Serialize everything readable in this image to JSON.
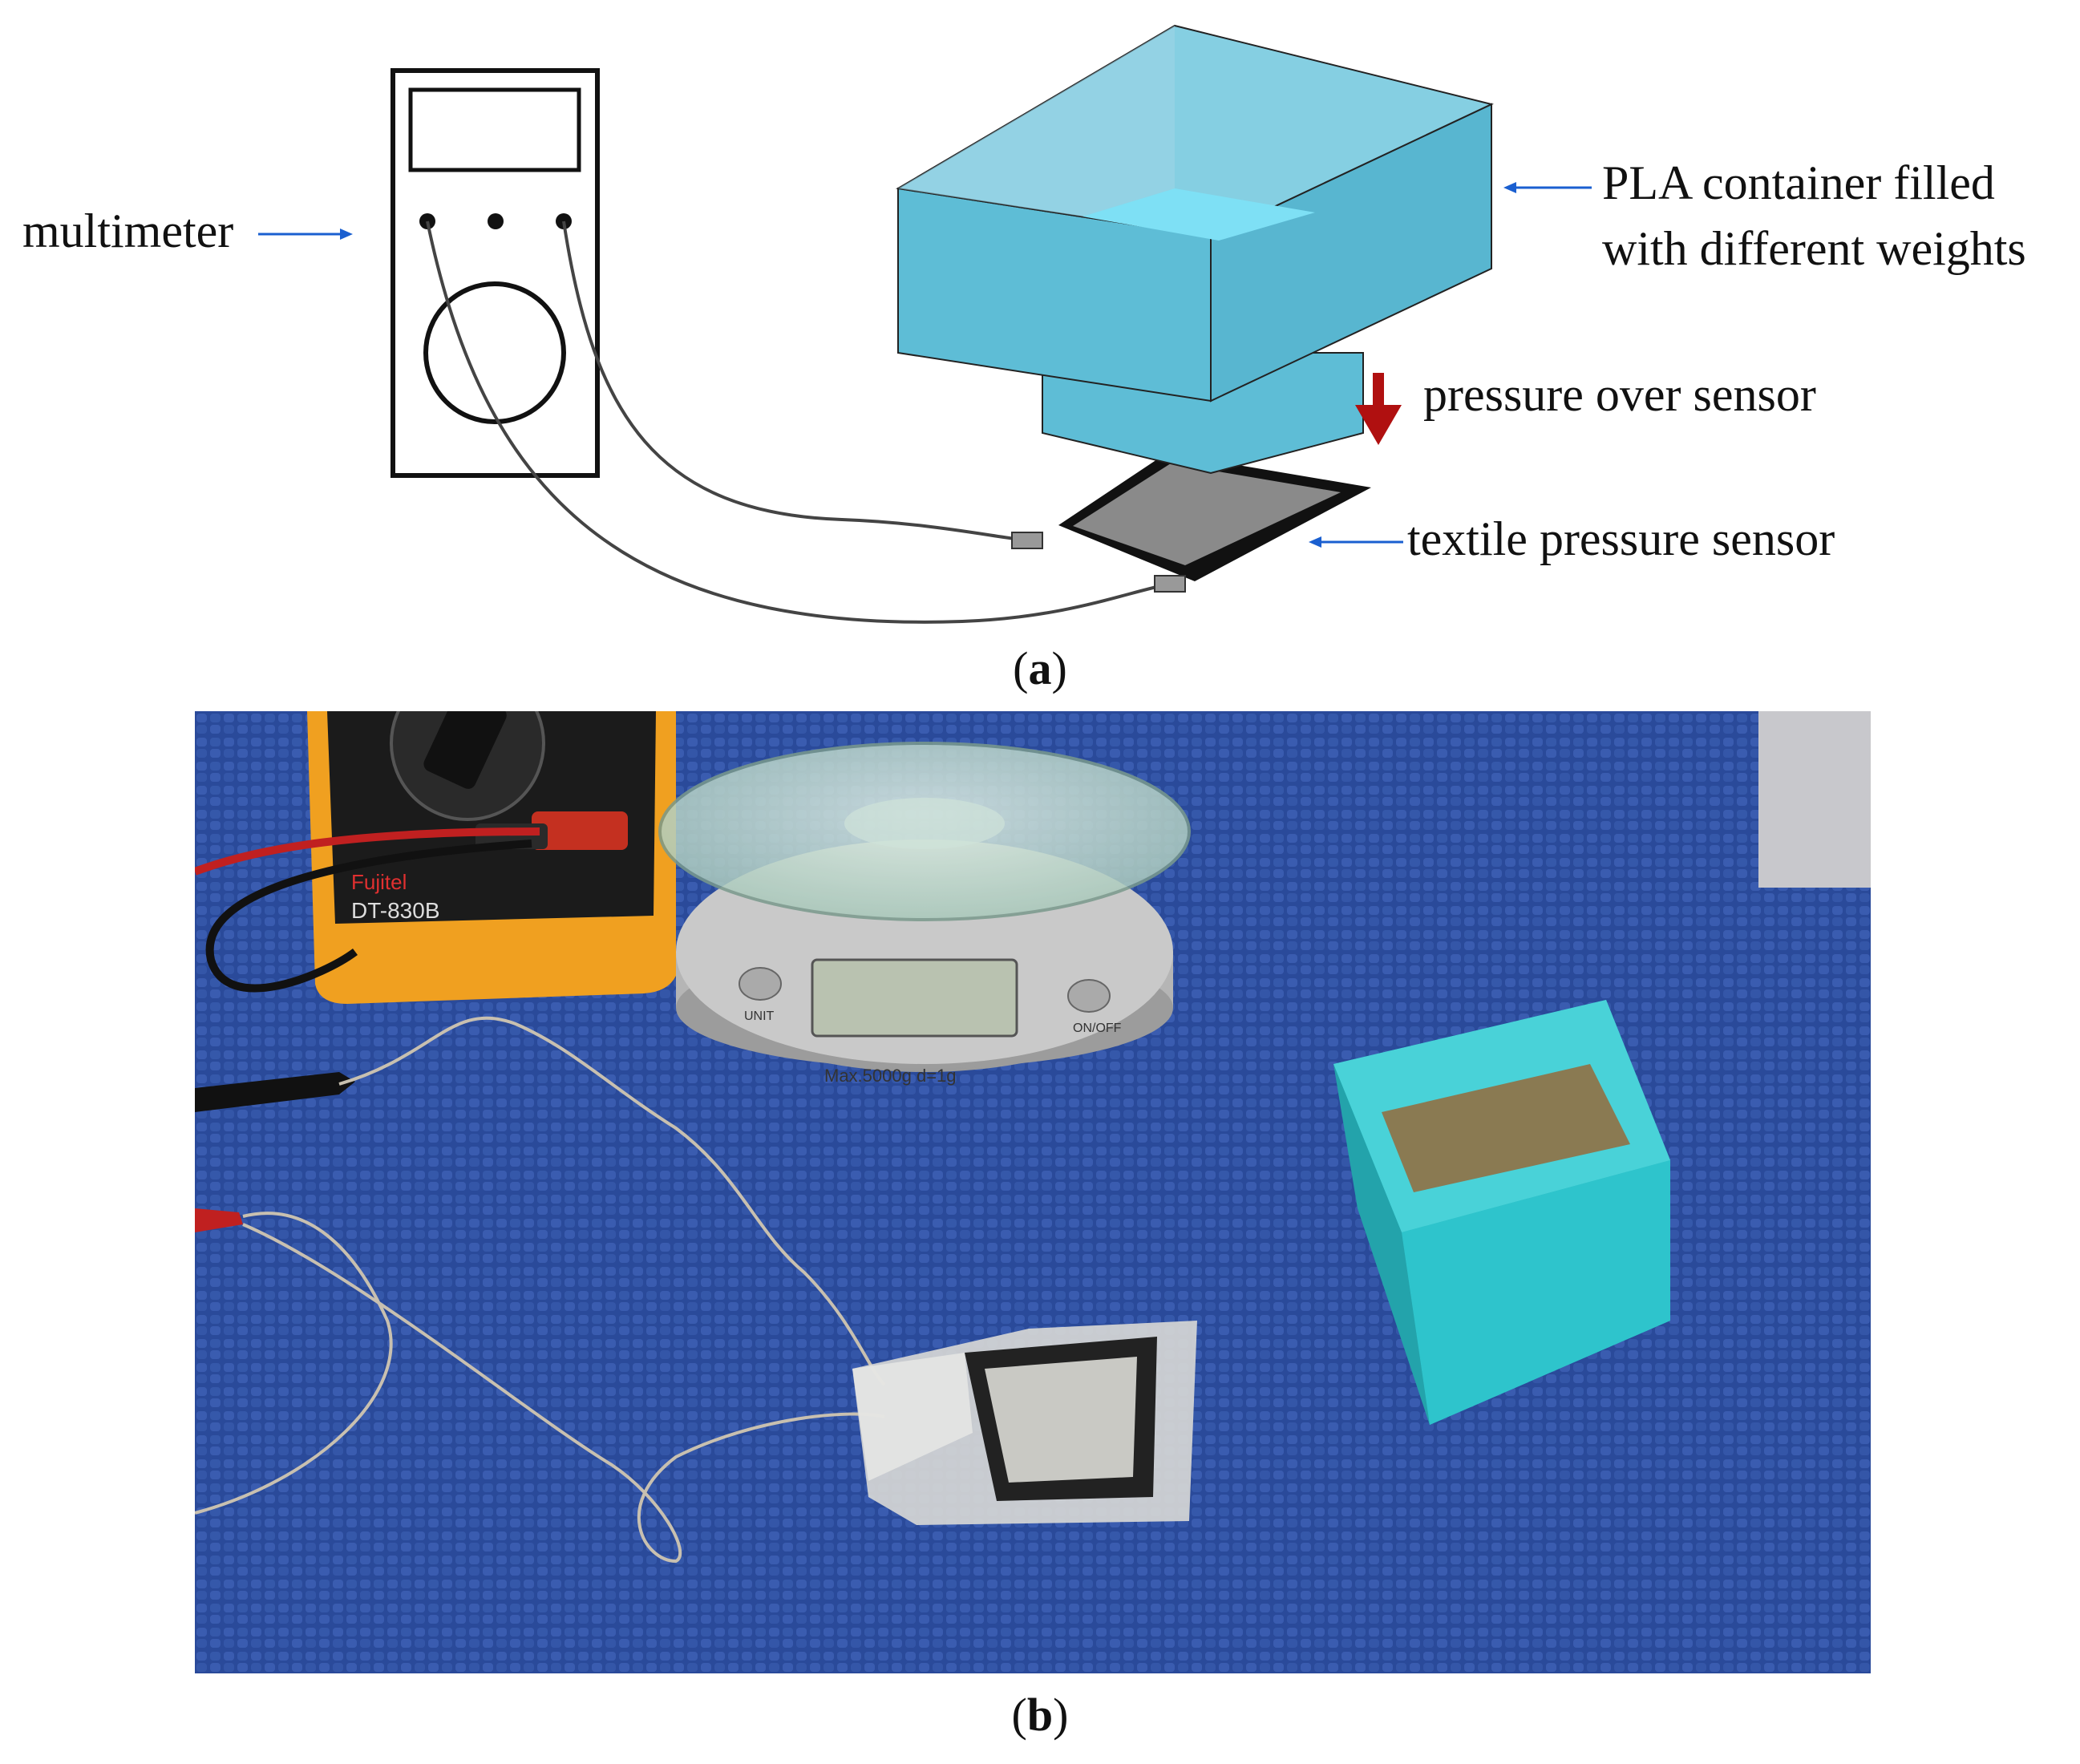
{
  "panel_a": {
    "labels": {
      "multimeter": "multimeter",
      "container_line1": "PLA container filled",
      "container_line2": "with different weights",
      "pressure": "pressure over sensor",
      "sensor": "textile pressure sensor"
    },
    "caption_open": "(",
    "caption_letter": "a",
    "caption_close": ")"
  },
  "panel_b": {
    "photo_brand": "Fujitel",
    "photo_model": "DT-830B",
    "scale_text": "Max.5000g d=1g",
    "scale_unit_button": "UNIT",
    "scale_onoff_button": "ON/OFF",
    "caption_open": "(",
    "caption_letter": "b",
    "caption_close": ")"
  },
  "colors": {
    "container_fill": "#5ebdd6",
    "container_inner": "#7ee0f5",
    "arrow_red": "#b01010",
    "leader_blue": "#1a5fd0",
    "fabric_blue": "#2a4a9a",
    "multimeter_orange": "#f0a020",
    "photo_box_teal": "#2ec4cc"
  }
}
